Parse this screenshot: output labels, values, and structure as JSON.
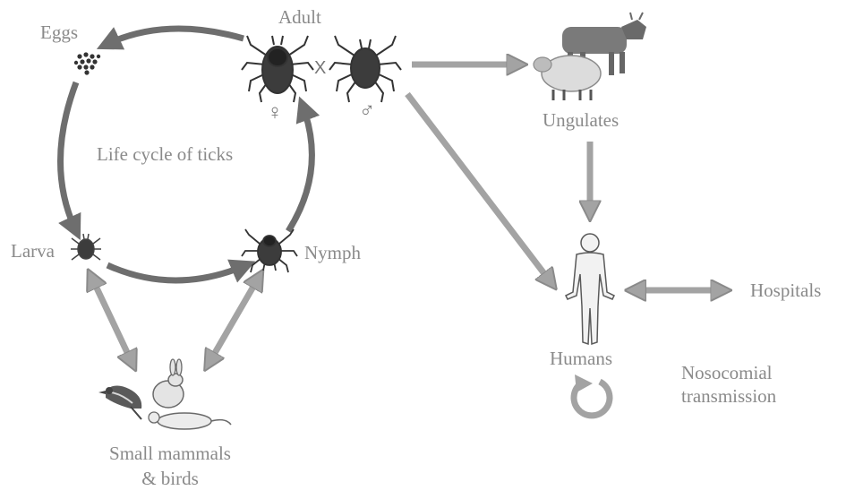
{
  "labels": {
    "eggs": "Eggs",
    "adult": "Adult",
    "cross": "X",
    "female": "♀",
    "male": "♂",
    "life_cycle": "Life cycle of ticks",
    "larva": "Larva",
    "nymph": "Nymph",
    "small_mammals_line1": "Small mammals",
    "small_mammals_line2": "& birds",
    "ungulates": "Ungulates",
    "humans": "Humans",
    "hospitals": "Hospitals",
    "nosocomial_line1": "Nosocomial",
    "nosocomial_line2": "transmission"
  },
  "colors": {
    "cycle_arrow": "#6e6e6e",
    "transmission_arrow": "#9a9a9a",
    "text": "#8a8a8a",
    "tick_body": "#3c3c3c"
  },
  "icons": [
    "eggs-icon",
    "female-tick-icon",
    "male-tick-icon",
    "larva-icon",
    "nymph-icon",
    "ungulates-icon",
    "human-icon",
    "small-mammals-birds-icon",
    "recycle-arrow-icon"
  ]
}
